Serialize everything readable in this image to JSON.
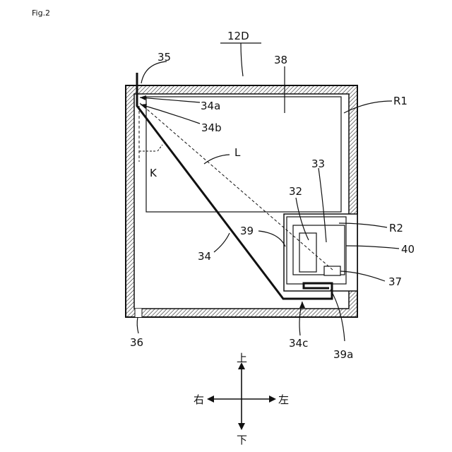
{
  "figure_label": "Fig.2",
  "device_label": "12D",
  "refs": {
    "r35": "35",
    "r38": "38",
    "r34a": "34a",
    "r34b": "34b",
    "rR1": "R1",
    "rL": "L",
    "rK": "K",
    "r33": "33",
    "r32": "32",
    "r39": "39",
    "rR2": "R2",
    "r34": "34",
    "r40": "40",
    "r37": "37",
    "r36": "36",
    "r34c": "34c",
    "r39a": "39a"
  },
  "directions": {
    "up": "上",
    "down": "下",
    "right": "右",
    "left": "左"
  }
}
